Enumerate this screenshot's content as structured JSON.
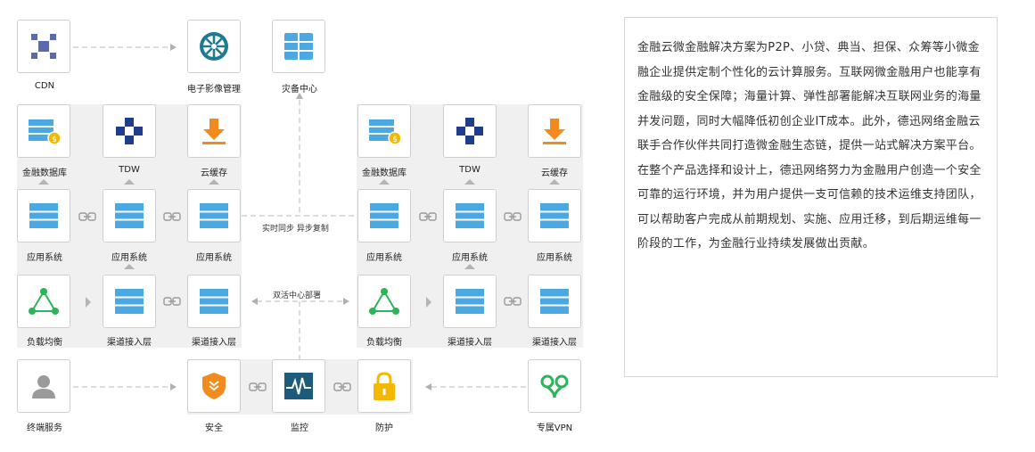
{
  "nodes": {
    "cdn": "CDN",
    "image_mgmt": "电子影像管理",
    "dr_center": "灾备中心",
    "db_l": "金融数据库",
    "tdw_l": "TDW",
    "cache_l": "云缓存",
    "app_l1": "应用系统",
    "app_l2": "应用系统",
    "app_l3": "应用系统",
    "lb_l": "负载均衡",
    "ch_l1": "渠道接入层",
    "ch_l2": "渠道接入层",
    "db_r": "金融数据库",
    "tdw_r": "TDW",
    "cache_r": "云缓存",
    "app_r1": "应用系统",
    "app_r2": "应用系统",
    "app_r3": "应用系统",
    "lb_r": "负载均衡",
    "ch_r1": "渠道接入层",
    "ch_r2": "渠道接入层",
    "terminal": "终端服务",
    "security": "安全",
    "monitor": "监控",
    "protect": "防护",
    "vpn": "专属VPN"
  },
  "flows": {
    "sync": "实时同步  异步复制",
    "active": "双活中心部署"
  },
  "description": {
    "para1": "金融云微金融解决方案为P2P、小贷、典当、担保、众筹等小微金融企业提供定制个性化的云计算服务。互联网微金融用户也能享有金融级的安全保障；海量计算、弹性部署能解决互联网业务的海量并发问题，同时大幅降低初创企业IT成本。此外，德迅网络金融云联手合作伙伴共同打造微金融生态链，提供一站式解决方案平台。",
    "para2": "在整个产品选择和设计上，德迅网络努力为金融用户创造一个安全可靠的运行环境，并为用户提供一支可信赖的技术运维支持团队，可以帮助客户完成从前期规划、实施、应用迁移，到后期运维每一阶段的工作，为金融行业持续发展做出贡献。"
  },
  "colors": {
    "blue": "#4aa9e3",
    "navy": "#1d3e8c",
    "orange": "#f28a1d",
    "green": "#2db45a",
    "gold": "#f5b800",
    "grey_icon": "#9a9a9a",
    "slate_icon": "#5a6aaa"
  }
}
